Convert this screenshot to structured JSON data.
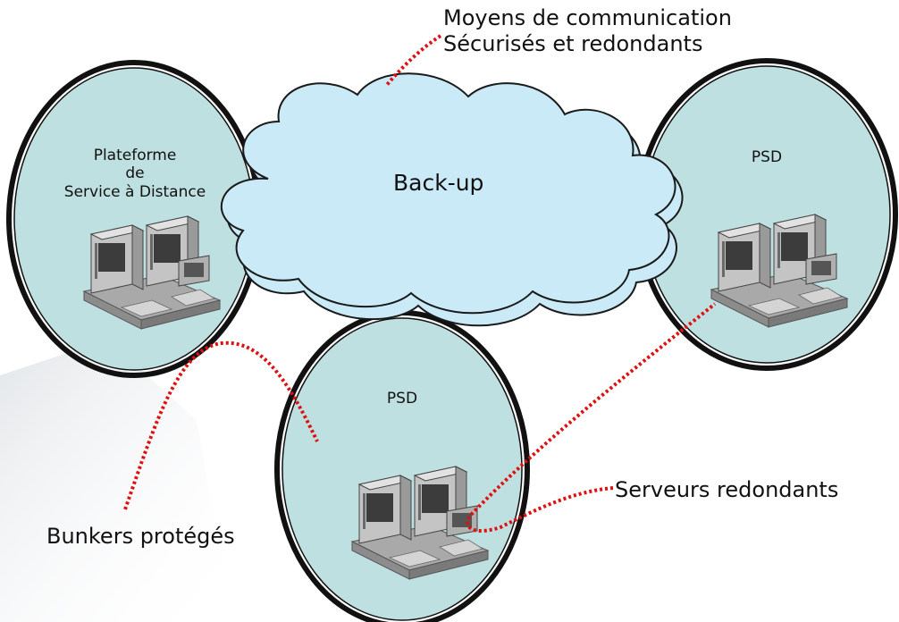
{
  "colors": {
    "node_fill": "#bfe0e0",
    "node_ring": "#111111",
    "cloud_fill": "#c9eaf6",
    "cloud_stroke": "#1a1a1a",
    "connector": "#e01010",
    "computer_body": "#b9b9b9",
    "computer_dark": "#4a4a4a"
  },
  "nodes": {
    "left": {
      "label_lines": [
        "Plateforme",
        "de",
        "Service à Distance"
      ],
      "icon": "server-computers-icon"
    },
    "right": {
      "label": "PSD",
      "icon": "server-computers-icon"
    },
    "bottom": {
      "label": "PSD",
      "icon": "server-computers-icon"
    }
  },
  "cloud": {
    "label": "Back-up"
  },
  "callouts": {
    "communication": [
      "Moyens de communication",
      "Sécurisés et redondants"
    ],
    "bunkers": "Bunkers protégés",
    "servers": "Serveurs redondants"
  }
}
